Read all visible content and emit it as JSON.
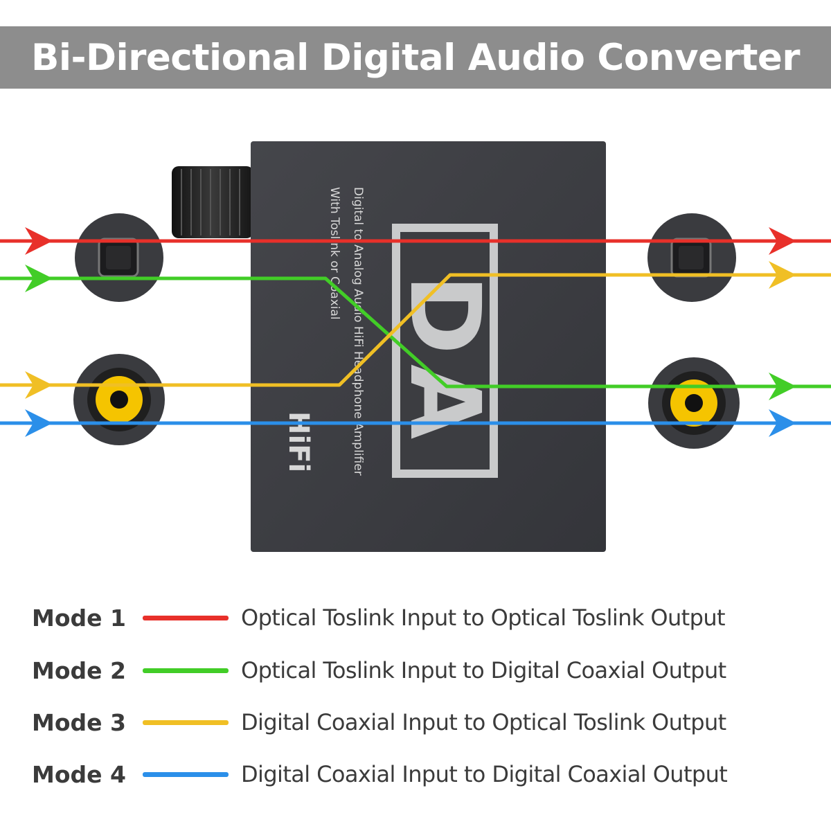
{
  "title": "Bi-Directional Digital Audio Converter",
  "device": {
    "logo_text": "D",
    "logo_text_2": "A",
    "side_text_1": "Digital to Analog Audio HiFi Headphone Amplifier",
    "side_text_2": "With Toslink or Coaxial",
    "brand": "HiFi"
  },
  "colors": {
    "mode1": "#e8302a",
    "mode2": "#42cd27",
    "mode3": "#f0bf25",
    "mode4": "#2b8fe9",
    "banner": "#8d8d8d",
    "device": "#3c3d41"
  },
  "modes": [
    {
      "label": "Mode 1",
      "description": "Optical Toslink Input to Optical Toslink Output",
      "color": "#e8302a"
    },
    {
      "label": "Mode 2",
      "description": "Optical Toslink Input to Digital Coaxial Output",
      "color": "#42cd27"
    },
    {
      "label": "Mode 3",
      "description": "Digital Coaxial Input to Optical Toslink Output",
      "color": "#f0bf25"
    },
    {
      "label": "Mode 4",
      "description": "Digital Coaxial Input to Digital Coaxial Output",
      "color": "#2b8fe9"
    }
  ]
}
